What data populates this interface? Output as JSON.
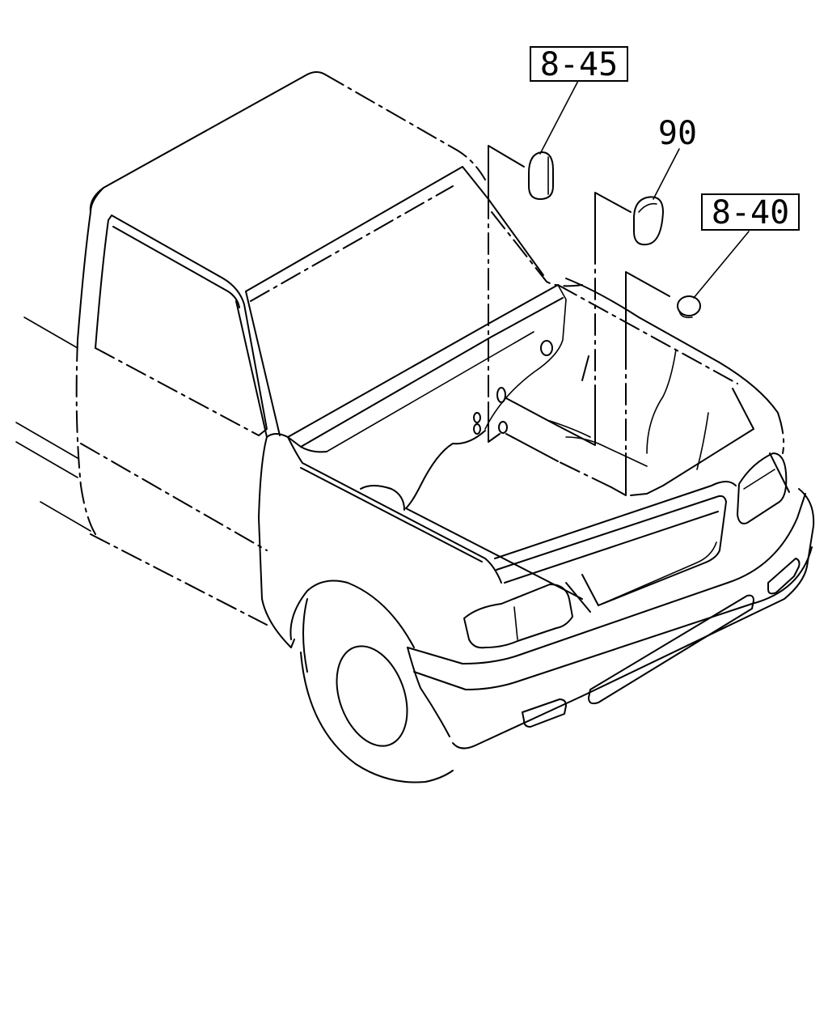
{
  "callouts": [
    {
      "id": "8-45",
      "text": "8-45",
      "boxed": true
    },
    {
      "id": "90",
      "text": "90",
      "boxed": false
    },
    {
      "id": "8-40",
      "text": "8-40",
      "boxed": true
    }
  ]
}
